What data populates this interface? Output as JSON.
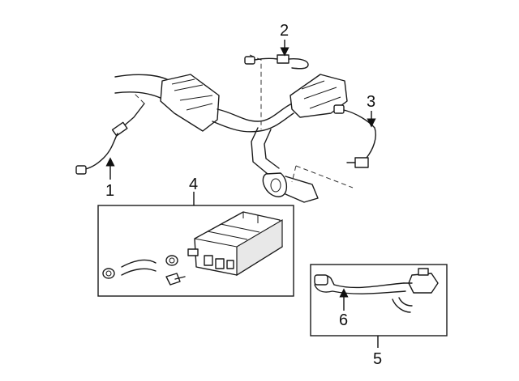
{
  "callouts": [
    {
      "id": "1",
      "label": "1"
    },
    {
      "id": "2",
      "label": "2"
    },
    {
      "id": "3",
      "label": "3"
    },
    {
      "id": "4",
      "label": "4"
    },
    {
      "id": "5",
      "label": "5"
    },
    {
      "id": "6",
      "label": "6"
    }
  ],
  "parts": {
    "exhaust_system": "exhaust-manifold-and-converter",
    "oxygen_sensor_front": "oxygen-sensor",
    "oxygen_sensor_upper": "oxygen-sensor",
    "oxygen_sensor_rear": "oxygen-sensor",
    "vapor_canister_assembly": "charcoal-canister",
    "vent_hose_assembly": "vent-hose"
  }
}
